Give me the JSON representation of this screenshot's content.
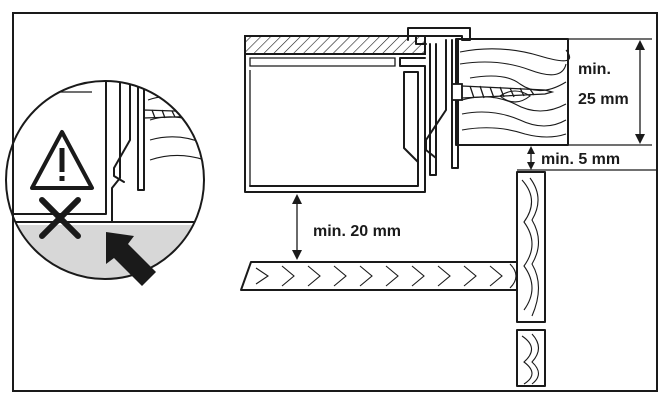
{
  "dimensions": {
    "side_clearance": {
      "line1": "min.",
      "line2": "25 mm"
    },
    "gap_to_front": "min. 5 mm",
    "gap_below": "min. 20 mm"
  },
  "colors": {
    "ink": "#1a1a1a",
    "shaded_area": "#d7d7d7",
    "background": "#ffffff"
  },
  "icons": [
    "warning-triangle-icon",
    "prohibited-cross-icon",
    "direction-arrow-icon"
  ]
}
